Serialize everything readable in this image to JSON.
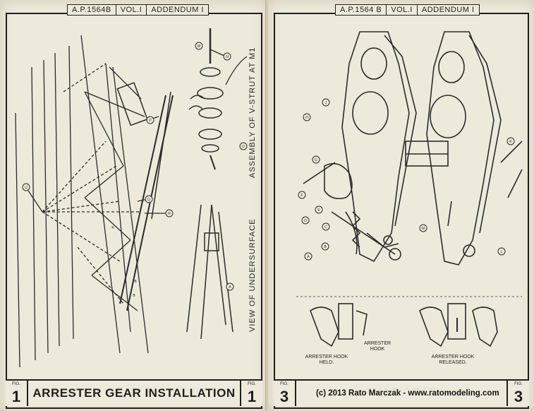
{
  "left_page": {
    "header": [
      "A.P.1564B",
      "VOL.I",
      "ADDENDUM I"
    ],
    "fig_label": "FIG.",
    "fig_number": "1",
    "title": "ARRESTER GEAR INSTALLATION",
    "label_assembly": "ASSEMBLY OF V-STRUT AT M1",
    "label_view": "VIEW OF UNDERSURFACE",
    "callouts": [
      "M",
      "N",
      "O",
      "P",
      "Q",
      "R",
      "U",
      "K",
      "B",
      "B",
      "A"
    ]
  },
  "right_page": {
    "header": [
      "A.P.1564 B",
      "VOL.I",
      "ADDENDUM I"
    ],
    "fig_label": "FIG.",
    "fig_number": "3",
    "title": "SNAP GEAR",
    "callouts": [
      "J",
      "H",
      "G",
      "F",
      "E",
      "D",
      "C",
      "B",
      "A",
      "K",
      "M",
      "L"
    ],
    "caption_held": "ARRESTER HOOK HELD.",
    "caption_hook": "ARRESTER HOOK",
    "caption_released": "ARRESTER HOOK RELEASED."
  },
  "copyright": "(c) 2013 Rato Marczak - www.ratomodeling.com"
}
